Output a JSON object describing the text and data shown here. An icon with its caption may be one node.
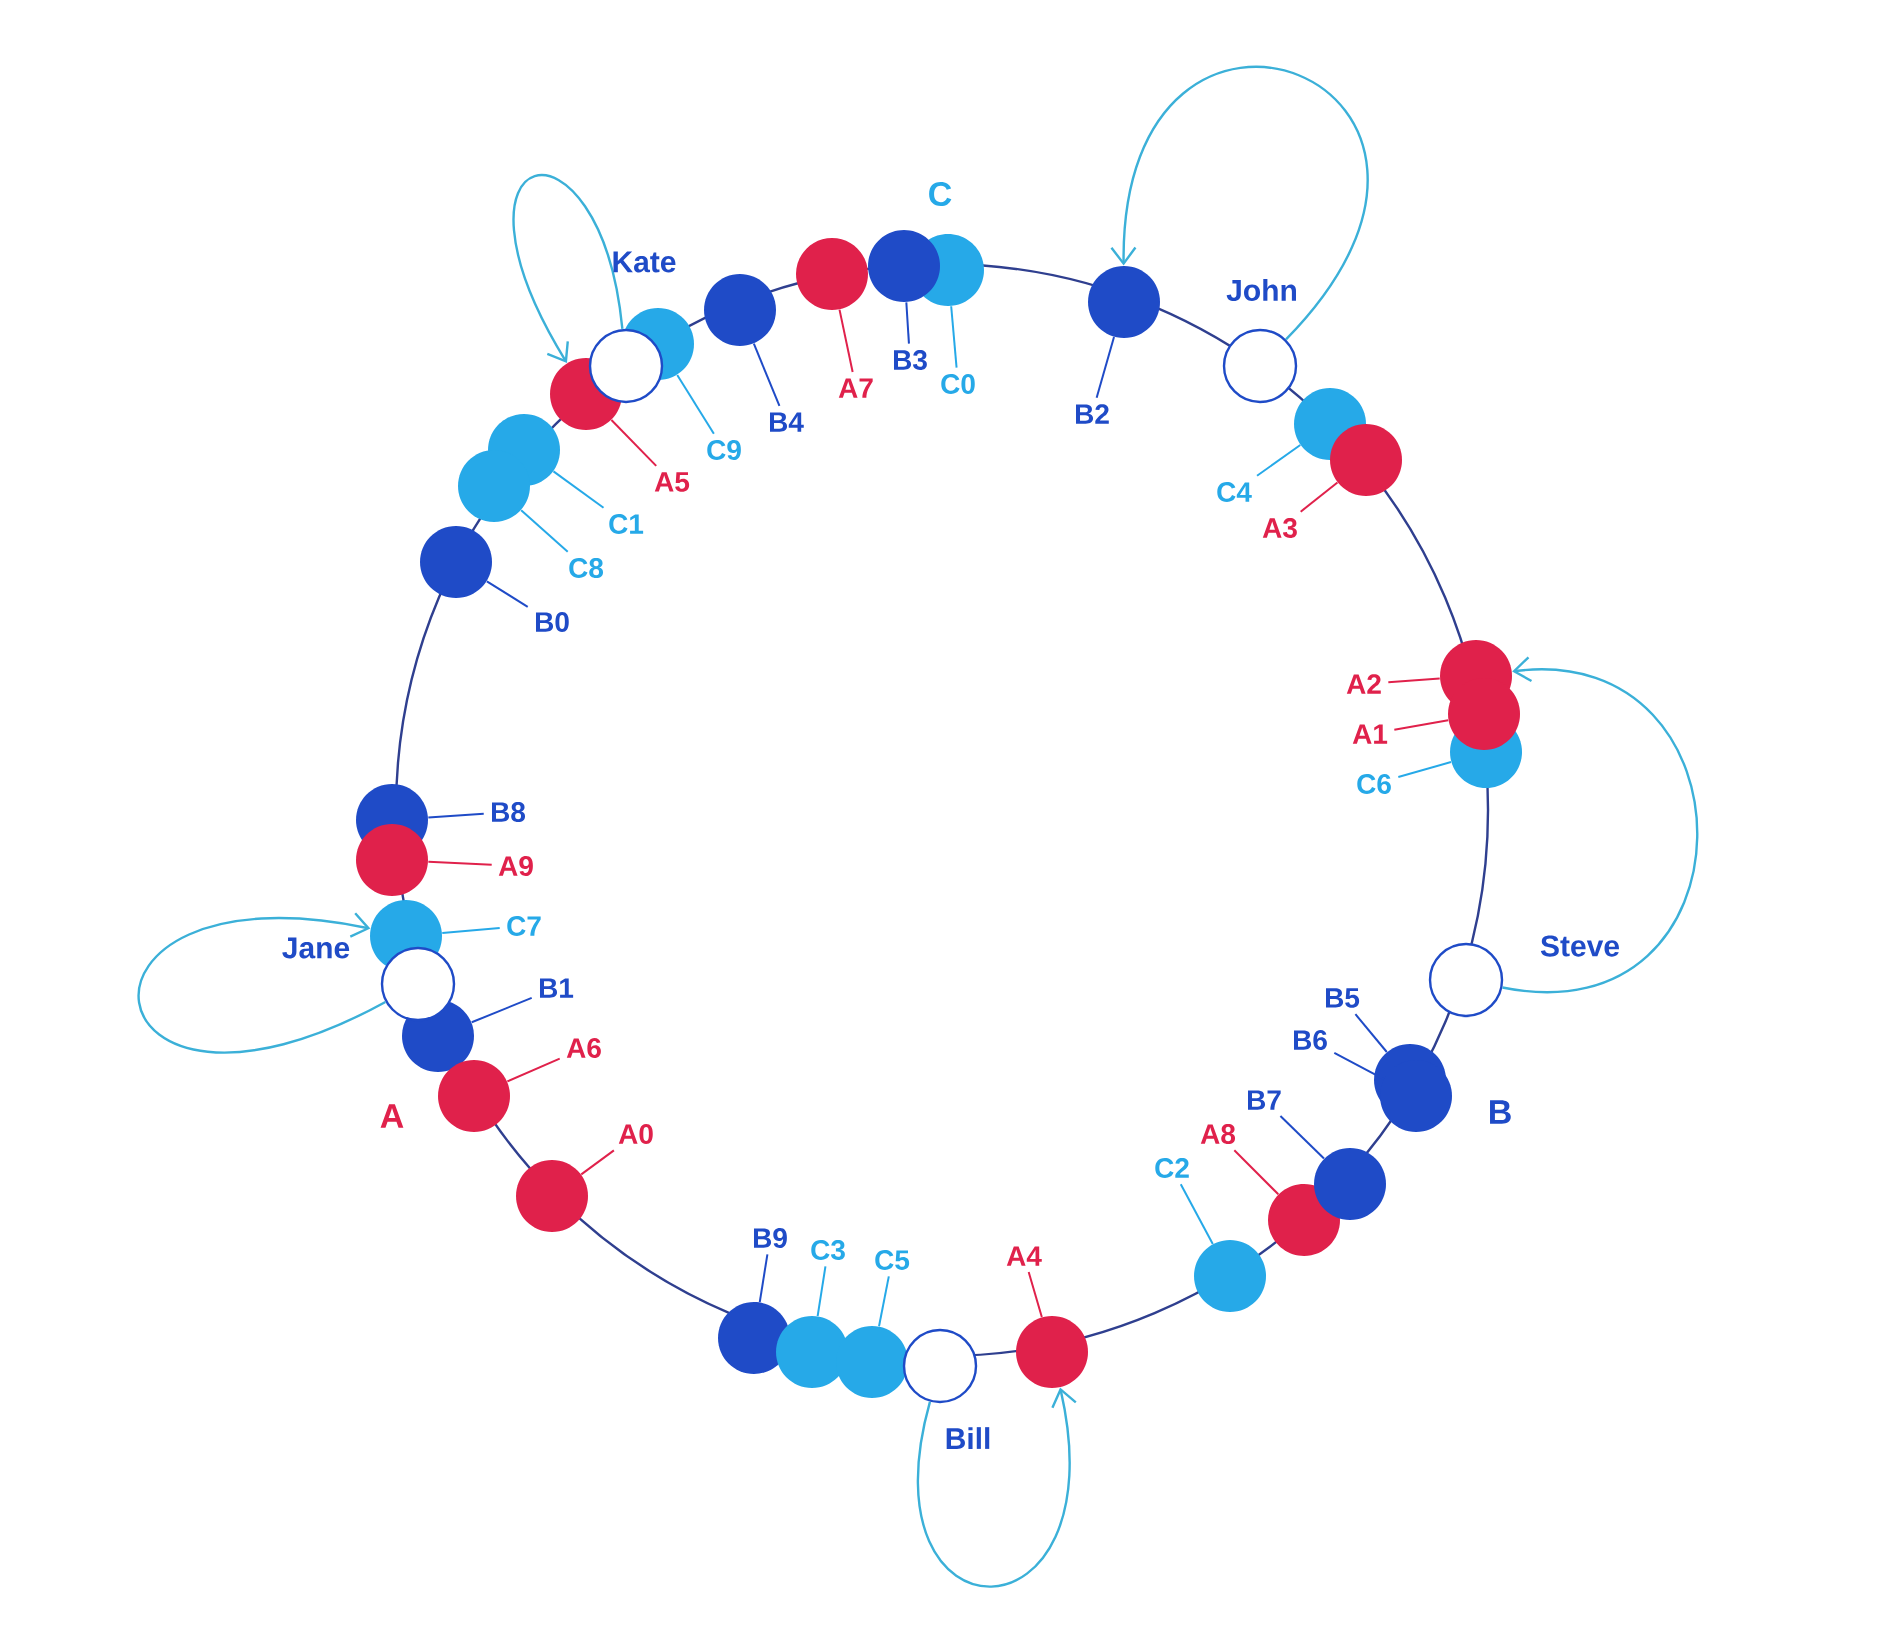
{
  "diagram": {
    "nodes": [
      {
        "text": [],
        "shape": "circle"
      },
      {
        "text": [],
        "shape": "circle"
      },
      {
        "text": [],
        "shape": "circle"
      },
      {
        "text": [],
        "shape": "circle",
        "beside": [
          "John"
        ]
      },
      {
        "text": [],
        "shape": "circle"
      },
      {
        "text": [],
        "shape": "circle"
      },
      {
        "text": [],
        "shape": "circle"
      },
      {
        "text": [],
        "shape": "circle"
      },
      {
        "text": [],
        "shape": "circle"
      },
      {
        "text": [],
        "shape": "circle",
        "beside": [
          "Steve"
        ]
      },
      {
        "text": [],
        "shape": "circle"
      },
      {
        "text": [],
        "shape": "circle"
      },
      {
        "text": [],
        "shape": "circle"
      },
      {
        "text": [],
        "shape": "circle"
      },
      {
        "text": [],
        "shape": "circle"
      },
      {
        "text": [],
        "shape": "circle"
      },
      {
        "text": [],
        "shape": "circle",
        "beside": [
          "Bill"
        ]
      },
      {
        "text": [],
        "shape": "circle"
      },
      {
        "text": [],
        "shape": "circle"
      },
      {
        "text": [],
        "shape": "circle"
      },
      {
        "text": [],
        "shape": "circle"
      },
      {
        "text": [],
        "shape": "circle"
      },
      {
        "text": [],
        "shape": "circle"
      },
      {
        "text": [],
        "shape": "circle",
        "beside": [
          "Jane"
        ]
      },
      {
        "text": [],
        "shape": "circle"
      },
      {
        "text": [],
        "shape": "circle"
      },
      {
        "text": [],
        "shape": "circle"
      },
      {
        "text": [],
        "shape": "circle"
      },
      {
        "text": [],
        "shape": "circle"
      },
      {
        "text": [],
        "shape": "circle"
      },
      {
        "text": [],
        "shape": "circle"
      },
      {
        "text": [],
        "shape": "circle"
      },
      {
        "text": [],
        "shape": "circle"
      },
      {
        "text": [],
        "shape": "circle"
      },
      {
        "text": [],
        "shape": "circle"
      },
      {
        "text": [
          "B3"
        ]
      },
      {
        "text": [
          "C0"
        ]
      },
      {
        "text": [
          "B2"
        ]
      },
      {
        "text": [
          "C4"
        ]
      },
      {
        "text": [
          "A3"
        ]
      },
      {
        "text": [
          "A2"
        ]
      },
      {
        "text": [
          "A1"
        ]
      },
      {
        "text": [
          "C6"
        ]
      },
      {
        "text": [
          "B5"
        ]
      },
      {
        "text": [
          "B6"
        ]
      },
      {
        "text": [
          "B7"
        ]
      },
      {
        "text": [
          "A8"
        ]
      },
      {
        "text": [
          "C2"
        ]
      },
      {
        "text": [
          "A4"
        ]
      },
      {
        "text": [
          "C5"
        ]
      },
      {
        "text": [
          "C3"
        ]
      },
      {
        "text": [
          "B9"
        ]
      },
      {
        "text": [
          "A0"
        ]
      },
      {
        "text": [
          "A6"
        ]
      },
      {
        "text": [
          "B1"
        ]
      },
      {
        "text": [
          "C7"
        ]
      },
      {
        "text": [
          "A9"
        ]
      },
      {
        "text": [
          "B8"
        ]
      },
      {
        "text": [
          "B0"
        ]
      },
      {
        "text": [
          "C8"
        ]
      },
      {
        "text": [
          "C1"
        ]
      },
      {
        "text": [
          "A5"
        ]
      },
      {
        "text": [
          "C9"
        ]
      },
      {
        "text": [
          "B4"
        ]
      },
      {
        "text": [
          "A7"
        ]
      }
    ],
    "edges": [
      {
        "from": 31,
        "to": 30,
        "arrow": "to",
        "color": "#3bb0d8"
      },
      {
        "from": 3,
        "to": 2,
        "arrow": "to",
        "color": "#3bb0d8"
      },
      {
        "from": 9,
        "to": 6,
        "arrow": "to",
        "color": "#3bb0d8"
      },
      {
        "from": 16,
        "to": 15,
        "arrow": "to",
        "color": "#3bb0d8"
      },
      {
        "from": 23,
        "to": 24,
        "arrow": "to",
        "color": "#3bb0d8"
      },
      {
        "from": 35,
        "to": 0,
        "arrow": "none",
        "color": "#1f4bc7"
      },
      {
        "from": 36,
        "to": 1,
        "arrow": "none",
        "color": "#26a9e8"
      },
      {
        "from": 37,
        "to": 2,
        "arrow": "none",
        "color": "#1f4bc7"
      },
      {
        "from": 38,
        "to": 4,
        "arrow": "none",
        "color": "#26a9e8"
      },
      {
        "from": 39,
        "to": 5,
        "arrow": "none",
        "color": "#e0214b"
      },
      {
        "from": 40,
        "to": 6,
        "arrow": "none",
        "color": "#e0214b"
      },
      {
        "from": 41,
        "to": 7,
        "arrow": "none",
        "color": "#e0214b"
      },
      {
        "from": 42,
        "to": 8,
        "arrow": "none",
        "color": "#26a9e8"
      },
      {
        "from": 43,
        "to": 10,
        "arrow": "none",
        "color": "#1f4bc7"
      },
      {
        "from": 44,
        "to": 11,
        "arrow": "none",
        "color": "#1f4bc7"
      },
      {
        "from": 45,
        "to": 12,
        "arrow": "none",
        "color": "#1f4bc7"
      },
      {
        "from": 46,
        "to": 13,
        "arrow": "none",
        "color": "#e0214b"
      },
      {
        "from": 47,
        "to": 14,
        "arrow": "none",
        "color": "#26a9e8"
      },
      {
        "from": 48,
        "to": 15,
        "arrow": "none",
        "color": "#e0214b"
      },
      {
        "from": 49,
        "to": 17,
        "arrow": "none",
        "color": "#26a9e8"
      },
      {
        "from": 50,
        "to": 18,
        "arrow": "none",
        "color": "#26a9e8"
      },
      {
        "from": 51,
        "to": 19,
        "arrow": "none",
        "color": "#1f4bc7"
      },
      {
        "from": 52,
        "to": 20,
        "arrow": "none",
        "color": "#e0214b"
      },
      {
        "from": 53,
        "to": 21,
        "arrow": "none",
        "color": "#e0214b"
      },
      {
        "from": 54,
        "to": 22,
        "arrow": "none",
        "color": "#1f4bc7"
      },
      {
        "from": 55,
        "to": 24,
        "arrow": "none",
        "color": "#26a9e8"
      },
      {
        "from": 56,
        "to": 25,
        "arrow": "none",
        "color": "#e0214b"
      },
      {
        "from": 57,
        "to": 26,
        "arrow": "none",
        "color": "#1f4bc7"
      },
      {
        "from": 58,
        "to": 27,
        "arrow": "none",
        "color": "#1f4bc7"
      },
      {
        "from": 59,
        "to": 28,
        "arrow": "none",
        "color": "#26a9e8"
      },
      {
        "from": 60,
        "to": 29,
        "arrow": "none",
        "color": "#26a9e8"
      },
      {
        "from": 61,
        "to": 30,
        "arrow": "none",
        "color": "#e0214b"
      },
      {
        "from": 62,
        "to": 32,
        "arrow": "none",
        "color": "#26a9e8"
      },
      {
        "from": 63,
        "to": 33,
        "arrow": "none",
        "color": "#1f4bc7"
      },
      {
        "from": 64,
        "to": 34,
        "arrow": "none",
        "color": "#e0214b"
      }
    ],
    "labels": [
      "Kate",
      "C",
      "B",
      "A"
    ]
  }
}
